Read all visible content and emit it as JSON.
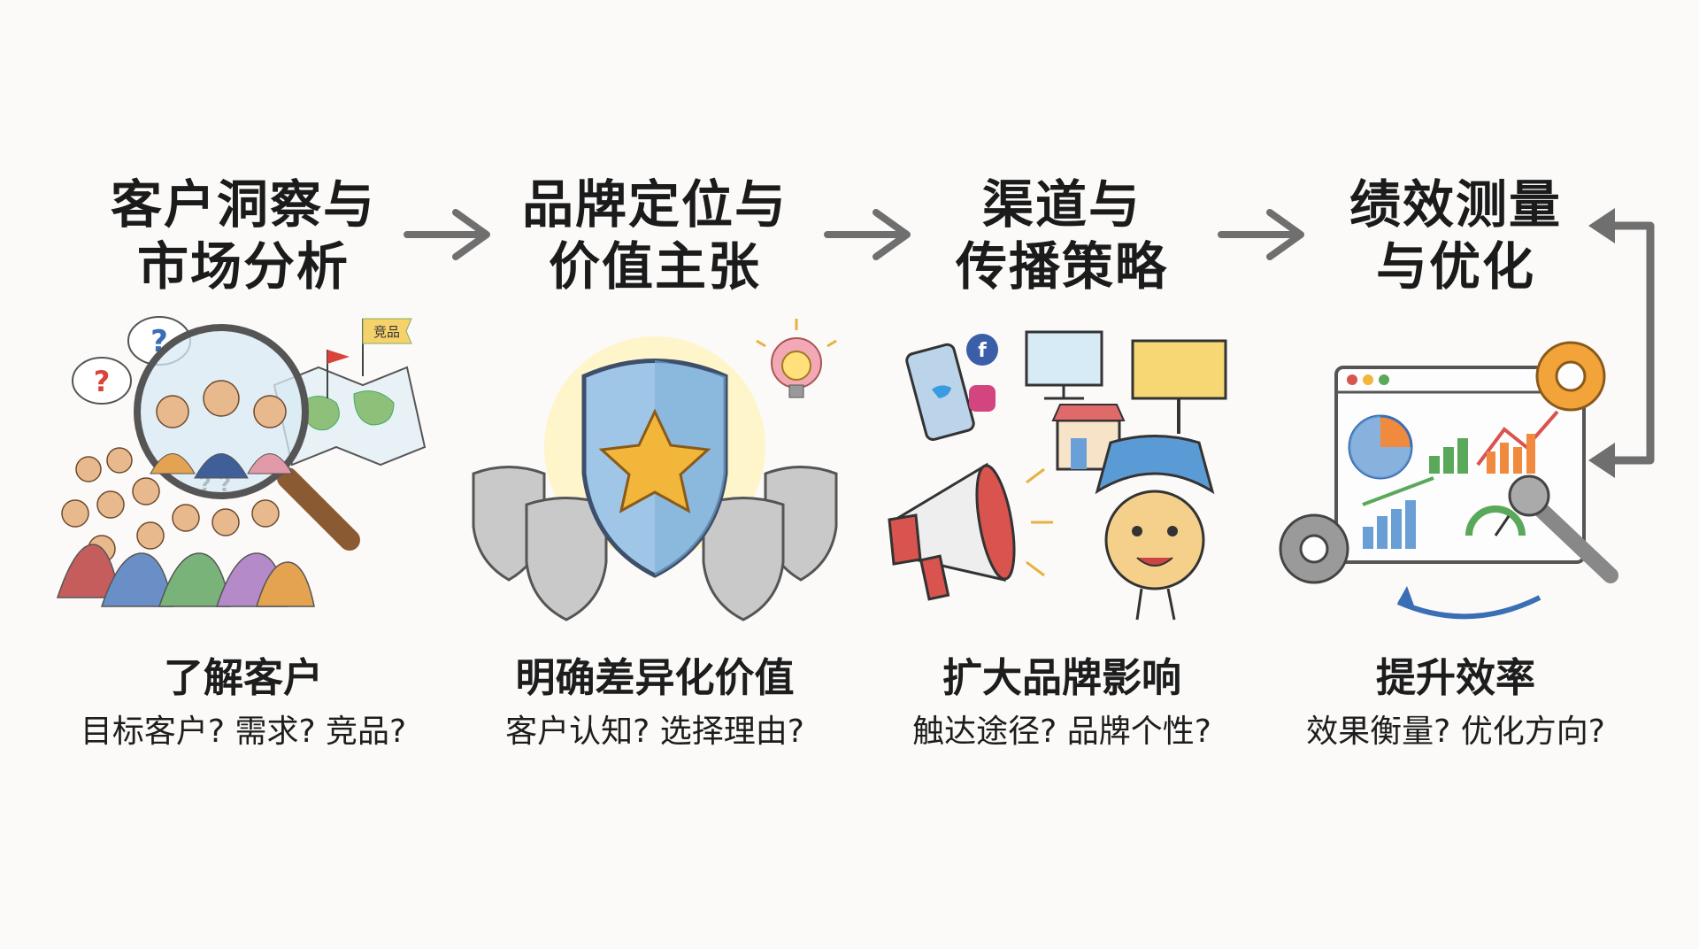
{
  "steps": [
    {
      "title_line1": "客户洞察与",
      "title_line2": "市场分析",
      "subtitle": "了解客户",
      "questions": "目标客户? 需求? 竞品?",
      "illustration": "magnifier-crowd-map",
      "flag_label": "竞品"
    },
    {
      "title_line1": "品牌定位与",
      "title_line2": "价值主张",
      "subtitle": "明确差异化价值",
      "questions": "客户认知? 选择理由?",
      "illustration": "shield-star-bulb"
    },
    {
      "title_line1": "渠道与",
      "title_line2": "传播策略",
      "subtitle": "扩大品牌影响",
      "questions": "触达途径? 品牌个性?",
      "illustration": "megaphone-social-channels"
    },
    {
      "title_line1": "绩效测量",
      "title_line2": "与优化",
      "subtitle": "提升效率",
      "questions": "效果衡量? 优化方向?",
      "illustration": "dashboard-gear-wrench"
    }
  ],
  "colors": {
    "ink": "#1d1d1d",
    "arrow": "#6f6f6f",
    "shield_blue": "#9fc6e6",
    "star_gold": "#f2b63a",
    "megaphone_red": "#d9534f",
    "chart_green": "#5aa85a",
    "chart_orange": "#f08a3e"
  }
}
